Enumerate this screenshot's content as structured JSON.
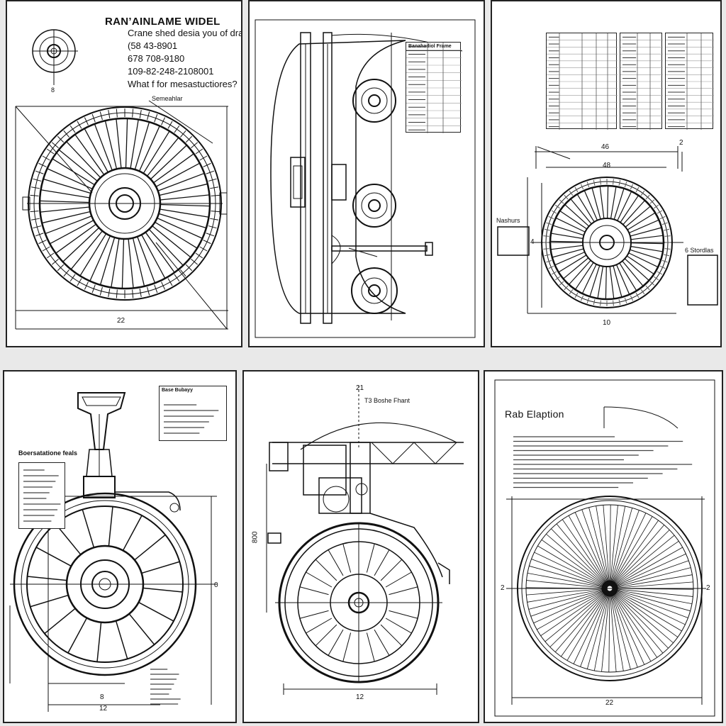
{
  "sheets": {
    "s1": {
      "title": "RAN’AINLAME WIDEL",
      "lines": [
        "Crane shed desia you of drawing",
        "(58 43-8901",
        "678 708-9180",
        "109-82-248-2108001",
        "What f for mesastuctiores?"
      ],
      "small_hub_label": "8",
      "top_label": "Semeahlar",
      "bottom_dim": "22"
    },
    "s2": {
      "table_title": "Banahadiol Frame"
    },
    "s3": {
      "top_dim": "46",
      "corner_dim": "2",
      "mid_dim": "48",
      "left_label": "Nashurs",
      "right_label": "6 Stordlas",
      "bottom_dim": "10",
      "side_dim": "4"
    },
    "s4": {
      "box_title": "Base Bubayy",
      "left_title": "Boersatatione feals",
      "bottom_dim": "12",
      "dim_a": "8",
      "dim_b": "0"
    },
    "s5": {
      "top_dim": "21",
      "note": "T3 Boshe Fhant",
      "left_dim": "800",
      "bottom_dim": "12"
    },
    "s6": {
      "title": "Rab Elaption",
      "bottom_dim": "22",
      "left_dim": "2",
      "right_dim": "2"
    }
  },
  "colors": {
    "ink": "#111111",
    "paper": "#ffffff",
    "background": "#e9e9e9"
  }
}
